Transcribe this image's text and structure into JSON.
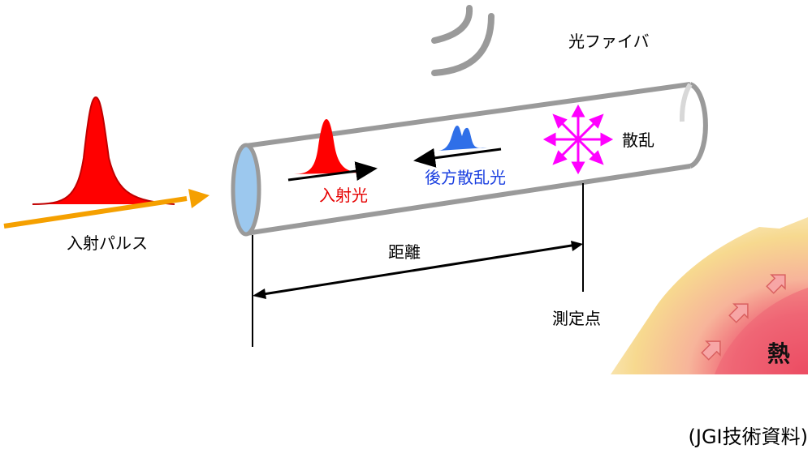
{
  "labels": {
    "fiber": "光ファイバ",
    "scatter": "散乱",
    "incident_light": "入射光",
    "backscatter": "後方散乱光",
    "incident_pulse": "入射パルス",
    "distance": "距離",
    "measurement_point": "測定点",
    "heat": "熱",
    "credit": "(JGI技術資料)"
  },
  "colors": {
    "pulse_red": "#ff0000",
    "backscatter_blue": "#2f6fe8",
    "scatter_magenta": "#ff00ff",
    "arrow_orange": "#f5a000",
    "fiber_gray": "#9a9a9a",
    "fiber_end_blue": "#9cc8ee",
    "heat_outer": "#f6dc92",
    "heat_inner": "#ef5a6a",
    "heat_arrow": "#f7a6a6",
    "label_red": "#e60000",
    "label_blue": "#1a3fe0"
  },
  "icons": [
    "incident-pulse-icon",
    "backscatter-pulse-icon",
    "scatter-starburst-icon",
    "heat-arrow-icon"
  ]
}
